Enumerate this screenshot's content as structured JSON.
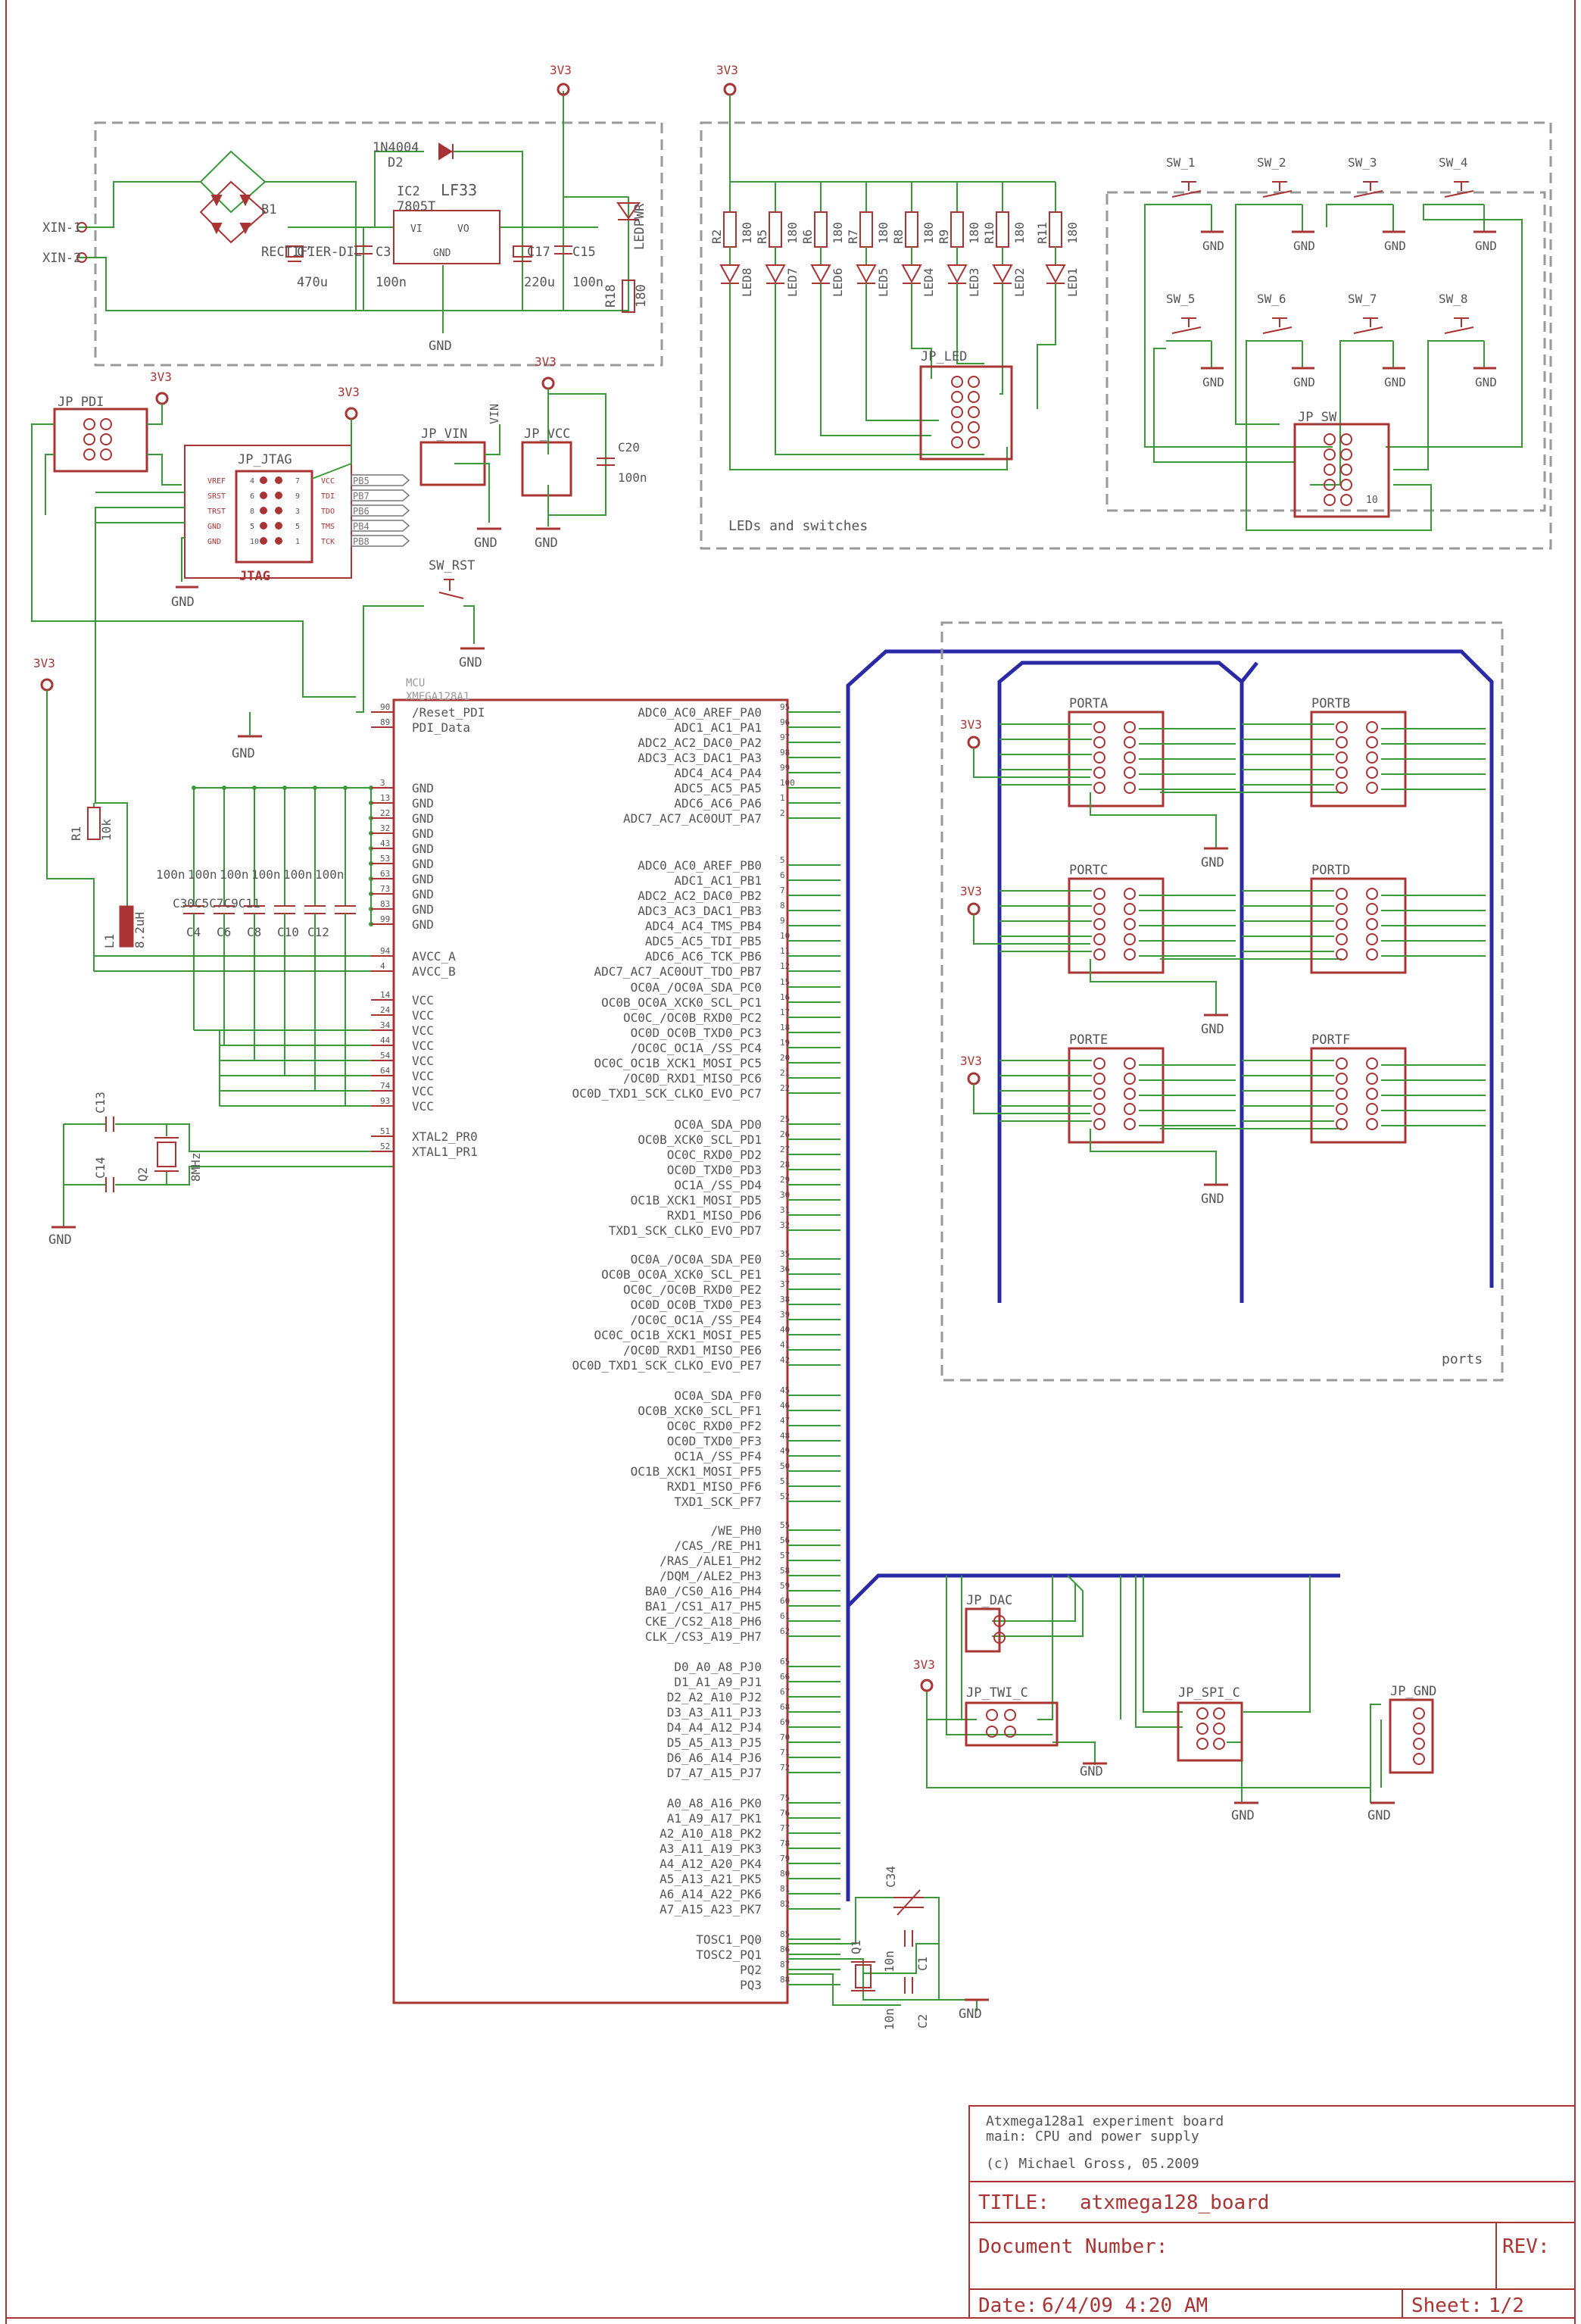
{
  "colors": {
    "wire": "#3a9a3a",
    "part": "#a83434",
    "bus": "#2a2aa6",
    "frame": "#999999",
    "text": "#555555"
  },
  "power": {
    "top_left": "3V3",
    "top_right": "3V3",
    "pdi": "3V3",
    "jtag": "3V3",
    "vcc": "3V3",
    "mcu": "3V3",
    "porta": "3V3",
    "portc": "3V3",
    "porte": "3V3",
    "twi": "3V3",
    "vin": "VIN"
  },
  "psu": {
    "xin1": "XIN-1",
    "xin2": "XIN-2",
    "b1": "B1",
    "rectifier": "RECTIFIER-DIL",
    "c_in": "C’",
    "c_in_val": "470u",
    "d2_name": "1N4004",
    "d2_ref": "D2",
    "ic2": "IC2",
    "ic2_part": "7805T",
    "lf33": "LF33",
    "vi": "VI",
    "vo": "VO",
    "gnd_pin": "GND",
    "c3": "C3",
    "c3_val": "100n",
    "c17": "C17",
    "c17_val": "220u",
    "c15": "C15",
    "c15_val": "100n",
    "ledpwr": "LEDPWR",
    "r18": "R18",
    "r18_val": "180",
    "gnd": "GND"
  },
  "leds": {
    "resistors": [
      "R2",
      "R5",
      "R6",
      "R7",
      "R8",
      "R9",
      "R10",
      "R11"
    ],
    "value": "180",
    "names": [
      "LED8",
      "LED7",
      "LED6",
      "LED5",
      "LED4",
      "LED3",
      "LED2",
      "LED1"
    ],
    "header": "JP_LED",
    "section": "LEDs and switches"
  },
  "switches": {
    "names": [
      "SW_1",
      "SW_2",
      "SW_3",
      "SW_4",
      "SW_5",
      "SW_6",
      "SW_7",
      "SW_8"
    ],
    "gnd": "GND",
    "header": "JP_SW",
    "pin10": "10"
  },
  "pdi": {
    "label": "JP_PDI"
  },
  "jtag": {
    "label": "JP_JTAG",
    "title": "JTAG",
    "left": [
      "VREF",
      "SRST",
      "TRST",
      "GND",
      "GND"
    ],
    "right": [
      "VCC",
      "TDI",
      "TDO",
      "TMS",
      "TCK"
    ],
    "left_num": [
      "4",
      "6",
      "8",
      "5",
      "10"
    ],
    "right_num": [
      "7",
      "9",
      "3",
      "5",
      "1"
    ],
    "ports": [
      "PB5",
      "PB7",
      "PB6",
      "PB4",
      "PB8"
    ],
    "gnd": "GND"
  },
  "jpvin": {
    "label": "JP_VIN",
    "gnd": "GND"
  },
  "jpvcc": {
    "label": "JP_VCC",
    "c20": "C20",
    "c20_val": "100n",
    "gnd": "GND"
  },
  "swrst": {
    "label": "SW_RST",
    "gnd": "GND"
  },
  "mcu": {
    "ref": "MCU",
    "part": "XMEGA128A1",
    "left_pins": [
      {
        "n": "90",
        "s": "/Reset_PDI"
      },
      {
        "n": "89",
        "s": "PDI_Data"
      },
      {
        "n": "3",
        "s": "GND"
      },
      {
        "n": "13",
        "s": "GND"
      },
      {
        "n": "22",
        "s": "GND"
      },
      {
        "n": "32",
        "s": "GND"
      },
      {
        "n": "43",
        "s": "GND"
      },
      {
        "n": "53",
        "s": "GND"
      },
      {
        "n": "63",
        "s": "GND"
      },
      {
        "n": "73",
        "s": "GND"
      },
      {
        "n": "83",
        "s": "GND"
      },
      {
        "n": "99",
        "s": "GND"
      },
      {
        "n": "94",
        "s": "AVCC_A"
      },
      {
        "n": "4",
        "s": "AVCC_B"
      },
      {
        "n": "14",
        "s": "VCC"
      },
      {
        "n": "24",
        "s": "VCC"
      },
      {
        "n": "34",
        "s": "VCC"
      },
      {
        "n": "44",
        "s": "VCC"
      },
      {
        "n": "54",
        "s": "VCC"
      },
      {
        "n": "64",
        "s": "VCC"
      },
      {
        "n": "74",
        "s": "VCC"
      },
      {
        "n": "93",
        "s": "VCC"
      },
      {
        "n": "51",
        "s": "XTAL2_PR0"
      },
      {
        "n": "52",
        "s": "XTAL1_PR1"
      }
    ],
    "right_pins": [
      {
        "n": "95",
        "s": "ADC0_AC0_AREF_PA0"
      },
      {
        "n": "96",
        "s": "ADC1_AC1_PA1"
      },
      {
        "n": "97",
        "s": "ADC2_AC2_DAC0_PA2"
      },
      {
        "n": "98",
        "s": "ADC3_AC3_DAC1_PA3"
      },
      {
        "n": "99",
        "s": "ADC4_AC4_PA4"
      },
      {
        "n": "100",
        "s": "ADC5_AC5_PA5"
      },
      {
        "n": "1",
        "s": "ADC6_AC6_PA6"
      },
      {
        "n": "2",
        "s": "ADC7_AC7_AC0OUT_PA7"
      },
      {
        "n": "5",
        "s": "ADC0_AC0_AREF_PB0"
      },
      {
        "n": "6",
        "s": "ADC1_AC1_PB1"
      },
      {
        "n": "7",
        "s": "ADC2_AC2_DAC0_PB2"
      },
      {
        "n": "8",
        "s": "ADC3_AC3_DAC1_PB3"
      },
      {
        "n": "9",
        "s": "ADC4_AC4_TMS_PB4"
      },
      {
        "n": "10",
        "s": "ADC5_AC5_TDI_PB5"
      },
      {
        "n": "11",
        "s": "ADC6_AC6_TCK_PB6"
      },
      {
        "n": "12",
        "s": "ADC7_AC7_AC0OUT_TDO_PB7"
      },
      {
        "n": "15",
        "s": "OC0A_/OC0A_SDA_PC0"
      },
      {
        "n": "16",
        "s": "OC0B_OC0A_XCK0_SCL_PC1"
      },
      {
        "n": "17",
        "s": "OC0C_/OC0B_RXD0_PC2"
      },
      {
        "n": "18",
        "s": "OC0D_OC0B_TXD0_PC3"
      },
      {
        "n": "19",
        "s": "/OC0C_OC1A_/SS_PC4"
      },
      {
        "n": "20",
        "s": "OC0C_OC1B_XCK1_MOSI_PC5"
      },
      {
        "n": "21",
        "s": "/OC0D_RXD1_MISO_PC6"
      },
      {
        "n": "22",
        "s": "OC0D_TXD1_SCK_CLKO_EVO_PC7"
      },
      {
        "n": "25",
        "s": "OC0A_SDA_PD0"
      },
      {
        "n": "26",
        "s": "OC0B_XCK0_SCL_PD1"
      },
      {
        "n": "27",
        "s": "OC0C_RXD0_PD2"
      },
      {
        "n": "28",
        "s": "OC0D_TXD0_PD3"
      },
      {
        "n": "29",
        "s": "OC1A_/SS_PD4"
      },
      {
        "n": "30",
        "s": "OC1B_XCK1_MOSI_PD5"
      },
      {
        "n": "31",
        "s": "RXD1_MISO_PD6"
      },
      {
        "n": "32",
        "s": "TXD1_SCK_CLKO_EVO_PD7"
      },
      {
        "n": "35",
        "s": "OC0A_/OC0A_SDA_PE0"
      },
      {
        "n": "36",
        "s": "OC0B_OC0A_XCK0_SCL_PE1"
      },
      {
        "n": "37",
        "s": "OC0C_/OC0B_RXD0_PE2"
      },
      {
        "n": "38",
        "s": "OC0D_OC0B_TXD0_PE3"
      },
      {
        "n": "39",
        "s": "/OC0C_OC1A_/SS_PE4"
      },
      {
        "n": "40",
        "s": "OC0C_OC1B_XCK1_MOSI_PE5"
      },
      {
        "n": "41",
        "s": "/OC0D_RXD1_MISO_PE6"
      },
      {
        "n": "42",
        "s": "OC0D_TXD1_SCK_CLKO_EVO_PE7"
      },
      {
        "n": "45",
        "s": "OC0A_SDA_PF0"
      },
      {
        "n": "46",
        "s": "OC0B_XCK0_SCL_PF1"
      },
      {
        "n": "47",
        "s": "OC0C_RXD0_PF2"
      },
      {
        "n": "48",
        "s": "OC0D_TXD0_PF3"
      },
      {
        "n": "49",
        "s": "OC1A_/SS_PF4"
      },
      {
        "n": "50",
        "s": "OC1B_XCK1_MOSI_PF5"
      },
      {
        "n": "51",
        "s": "RXD1_MISO_PF6"
      },
      {
        "n": "52",
        "s": "TXD1_SCK_PF7"
      },
      {
        "n": "55",
        "s": "/WE_PH0"
      },
      {
        "n": "56",
        "s": "/CAS_/RE_PH1"
      },
      {
        "n": "57",
        "s": "/RAS_/ALE1_PH2"
      },
      {
        "n": "58",
        "s": "/DQM_/ALE2_PH3"
      },
      {
        "n": "59",
        "s": "BA0_/CS0_A16_PH4"
      },
      {
        "n": "60",
        "s": "BA1_/CS1_A17_PH5"
      },
      {
        "n": "61",
        "s": "CKE_/CS2_A18_PH6"
      },
      {
        "n": "62",
        "s": "CLK_/CS3_A19_PH7"
      },
      {
        "n": "65",
        "s": "D0_A0_A8_PJ0"
      },
      {
        "n": "66",
        "s": "D1_A1_A9_PJ1"
      },
      {
        "n": "67",
        "s": "D2_A2_A10_PJ2"
      },
      {
        "n": "68",
        "s": "D3_A3_A11_PJ3"
      },
      {
        "n": "69",
        "s": "D4_A4_A12_PJ4"
      },
      {
        "n": "70",
        "s": "D5_A5_A13_PJ5"
      },
      {
        "n": "71",
        "s": "D6_A6_A14_PJ6"
      },
      {
        "n": "72",
        "s": "D7_A7_A15_PJ7"
      },
      {
        "n": "75",
        "s": "A0_A8_A16_PK0"
      },
      {
        "n": "76",
        "s": "A1_A9_A17_PK1"
      },
      {
        "n": "77",
        "s": "A2_A10_A18_PK2"
      },
      {
        "n": "78",
        "s": "A3_A11_A19_PK3"
      },
      {
        "n": "79",
        "s": "A4_A12_A20_PK4"
      },
      {
        "n": "80",
        "s": "A5_A13_A21_PK5"
      },
      {
        "n": "81",
        "s": "A6_A14_A22_PK6"
      },
      {
        "n": "82",
        "s": "A7_A15_A23_PK7"
      },
      {
        "n": "85",
        "s": "TOSC1_PQ0"
      },
      {
        "n": "86",
        "s": "TOSC2_PQ1"
      },
      {
        "n": "87",
        "s": "PQ2"
      },
      {
        "n": "88",
        "s": "PQ3"
      }
    ]
  },
  "decoupling": {
    "values": [
      "100n",
      "100n",
      "100n",
      "100n",
      "100n",
      "100n"
    ],
    "refs": [
      "C4",
      "C6",
      "C8",
      "C10",
      "C12"
    ],
    "overlap": "C30C5C7C9C11",
    "l1": "L1",
    "l1_val": "8.2uH",
    "r1": "R1",
    "r1_val": "10k",
    "gnd": "GND"
  },
  "xtal": {
    "c13": "C13",
    "c14": "C14",
    "q2": "Q2",
    "freq": "8MHz",
    "gnd": "GND"
  },
  "rtc": {
    "c34": "C34",
    "q1": "Q1",
    "c1": "C1",
    "c2": "C2",
    "val": "10n",
    "gnd": "GND"
  },
  "ports": {
    "names": [
      "PORTA",
      "PORTB",
      "PORTC",
      "PORTD",
      "PORTE",
      "PORTF"
    ],
    "gnd": "GND",
    "section": "ports"
  },
  "headers": {
    "dac": "JP_DAC",
    "twi": "JP_TWI_C",
    "spi": "JP_SPI_C",
    "gnd": "JP_GND",
    "gnd_label": "GND"
  },
  "title_block": {
    "desc1": "Atxmega128a1 experiment board",
    "desc2": "main: CPU and power supply",
    "copyright": "(c) Michael Gross, 05.2009",
    "title_label": "TITLE:",
    "title": "atxmega128_board",
    "docnum_label": "Document Number:",
    "rev_label": "REV:",
    "date_label": "Date:",
    "date": "6/4/09 4:20 AM",
    "sheet_label": "Sheet:",
    "sheet": "1/2"
  }
}
